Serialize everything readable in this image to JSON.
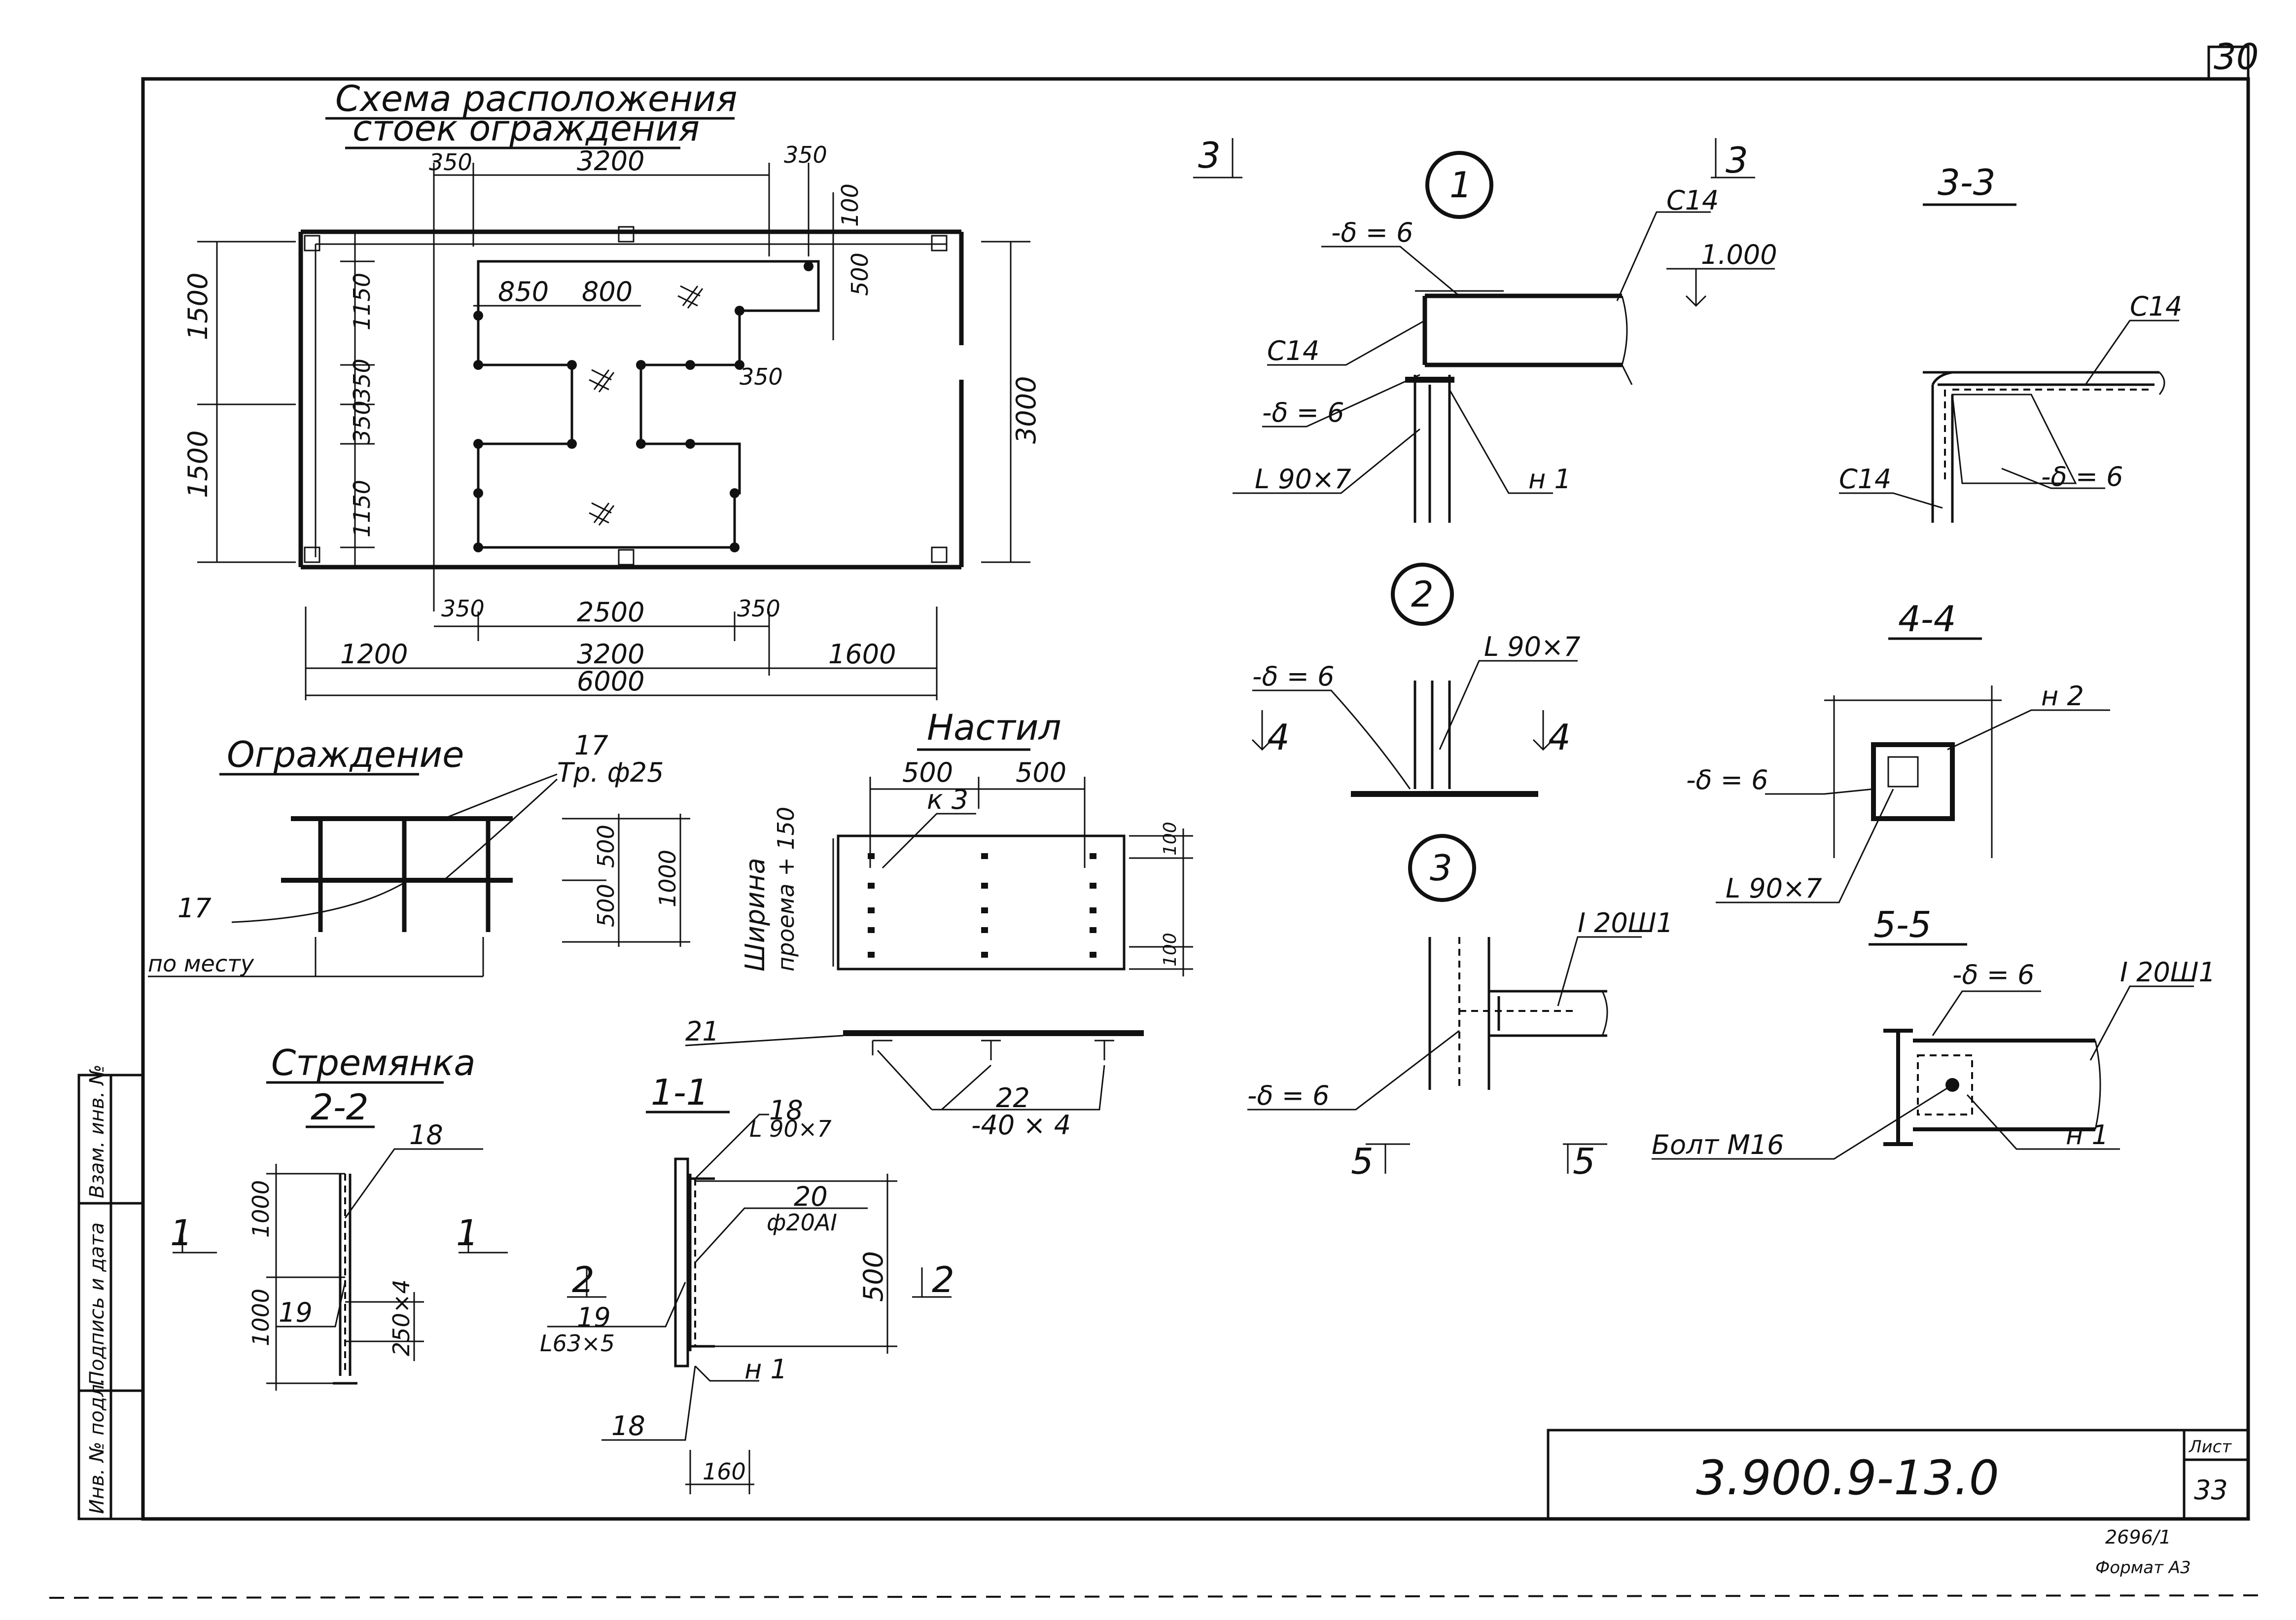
{
  "sheet": {
    "corner_number": "30",
    "doc_code": "3.900.9-13.0",
    "list_label": "Лист",
    "list_no": "33",
    "stamp1": "2696/1",
    "stamp2": "Формат А3"
  },
  "side_stamp": {
    "c1": "Инв. № подл.",
    "c2": "Подпись и дата",
    "c3": "Взам. инв. №"
  },
  "plan": {
    "title1": "Схема расположения",
    "title2": "стоек ограждения",
    "dims": {
      "top_350_l": "350",
      "top_3200": "3200",
      "top_350_r": "350",
      "top_100": "100",
      "d850": "850",
      "d800": "800",
      "d500_r": "500",
      "d350_mid": "350",
      "left_1150_t": "1150",
      "left_350_a": "350",
      "left_350_b": "350",
      "left_1150_b": "1150",
      "left_1500_t": "1500",
      "left_1500_b": "1500",
      "right_3000": "3000",
      "bot_350_l": "350",
      "bot_2500": "2500",
      "bot_350_r": "350",
      "bot_1200": "1200",
      "bot_3200": "3200",
      "bot_1600": "1600",
      "bot_6000": "6000"
    }
  },
  "fence": {
    "title": "Ограждение",
    "tag17": "17",
    "pipe": "Тр. ф25",
    "tag17b": "17",
    "in_place": "по месту",
    "d500a": "500",
    "d500b": "500",
    "d1000": "1000"
  },
  "deck": {
    "title": "Настил",
    "d500a": "500",
    "d500b": "500",
    "k3": "к 3",
    "side1": "Ширина",
    "side2": "проема + 150",
    "d100a": "100",
    "d100b": "100",
    "tag21": "21",
    "tag22": "22",
    "plate": "-40 × 4"
  },
  "ladder": {
    "title": "Стремянка",
    "sec22": "2-2",
    "tag18": "18",
    "tag19": "19",
    "d1000a": "1000",
    "d1000b": "1000",
    "step": "250×4",
    "cut1a": "1",
    "cut1b": "1"
  },
  "sec11": {
    "title": "1-1",
    "tag18": "18",
    "l18": "L 90×7",
    "tag20": "20",
    "rod": "ф20АI",
    "tag19": "19",
    "l19": "L63×5",
    "tag18b": "18",
    "n1": "н 1",
    "d500": "500",
    "d160": "160",
    "cut2a": "2",
    "cut2b": "2"
  },
  "node1": {
    "num": "1",
    "cut3a": "3",
    "cut3b": "3",
    "plate": "-δ = 6",
    "c14a": "С14",
    "c14b": "С14",
    "plate2": "-δ = 6",
    "angle": "L 90×7",
    "n1": "н 1",
    "elev": "1.000"
  },
  "node2": {
    "num": "2",
    "plate": "-δ = 6",
    "angle": "L 90×7",
    "cut4a": "4",
    "cut4b": "4"
  },
  "node3": {
    "num": "3",
    "beam": "I 20Ш1",
    "plate": "-δ = 6",
    "cut5a": "5",
    "cut5b": "5"
  },
  "s33": {
    "title": "3-3",
    "c14a": "С14",
    "c14b": "С14",
    "plate": "-δ = 6"
  },
  "s44": {
    "title": "4-4",
    "n2": "н 2",
    "plate": "-δ = 6",
    "angle": "L 90×7"
  },
  "s55": {
    "title": "5-5",
    "plate": "-δ = 6",
    "beam": "I 20Ш1",
    "bolt": "Болт М16",
    "n1": "н 1"
  }
}
